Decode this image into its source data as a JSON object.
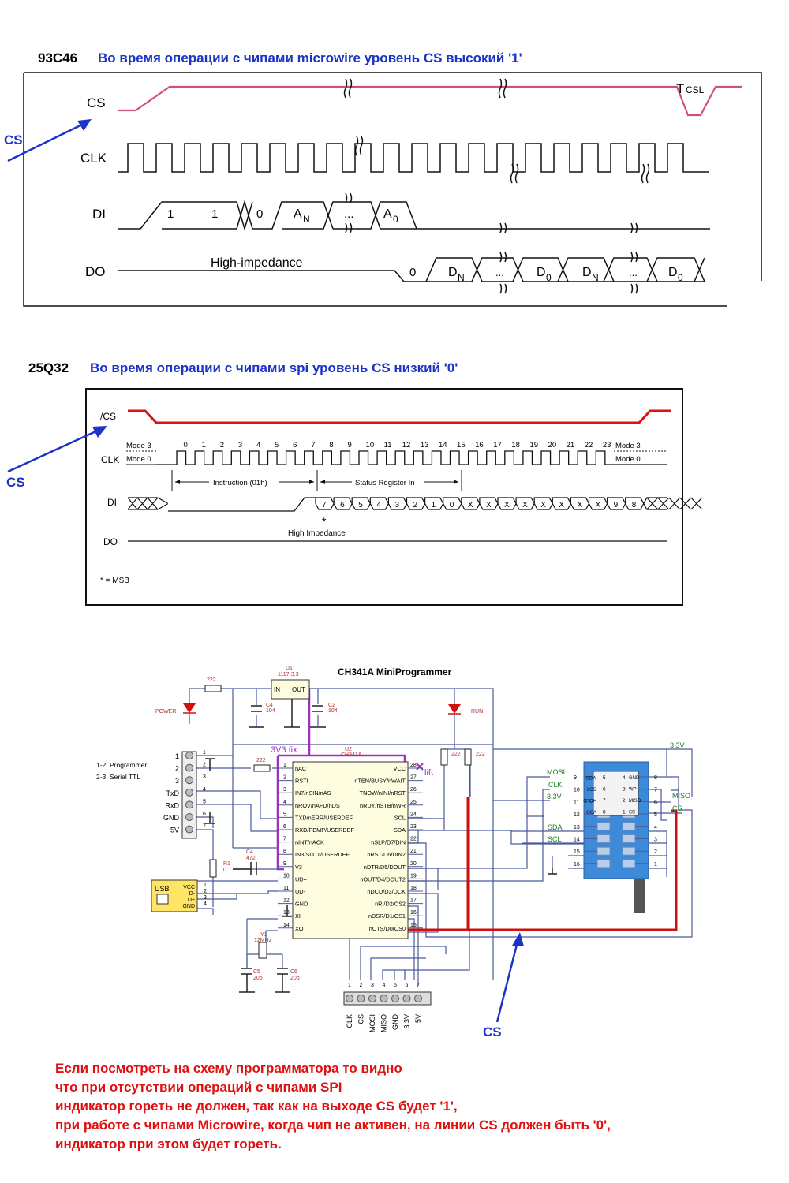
{
  "section1": {
    "chip": "93C46",
    "heading": "Во время операции с чипами microwire уровень CS высокий '1'",
    "signals": [
      "CS",
      "CLK",
      "DI",
      "DO"
    ],
    "di_bits": [
      "1",
      "1",
      "0",
      "A",
      "N",
      "...",
      "A",
      "0"
    ],
    "do_label": "High-impedance",
    "do_bits": [
      "0",
      "D",
      "N",
      "...",
      "D",
      "0",
      "D",
      "N",
      "...",
      "D",
      "0"
    ],
    "tcsl": "T",
    "tcsl_sub": "CSL",
    "arrow_label": "CS"
  },
  "section2": {
    "chip": "25Q32",
    "heading": "Во время операции с чипами spi уровень CS низкий  '0'",
    "signals": [
      "/CS",
      "CLK",
      "DI",
      "DO"
    ],
    "mode3": "Mode 3",
    "mode0": "Mode 0",
    "clk_numbers": [
      "0",
      "1",
      "2",
      "3",
      "4",
      "5",
      "6",
      "7",
      "8",
      "9",
      "10",
      "11",
      "12",
      "13",
      "14",
      "15",
      "16",
      "17",
      "18",
      "19",
      "20",
      "21",
      "22",
      "23"
    ],
    "instruction": "Instruction (01h)",
    "status_in": "Status Register In",
    "di_bits": [
      "7",
      "6",
      "5",
      "4",
      "3",
      "2",
      "1",
      "0",
      "X",
      "X",
      "X",
      "X",
      "X",
      "X",
      "X",
      "X",
      "9",
      "8"
    ],
    "star": "*",
    "high_imp": "High Impedance",
    "msb_note": "* = MSB",
    "arrow_label": "CS"
  },
  "schematic": {
    "title": "CH341A MiniProgrammer",
    "u1": "U1",
    "u1_part": "1117-3.3",
    "u1_in": "IN",
    "u1_out": "OUT",
    "c4a": "C4",
    "c4a_val": "104",
    "c2": "C2",
    "c2_val": "104",
    "r_top": "222",
    "power": "POWER",
    "run": "RUN",
    "r_run1": "222",
    "r_run2": "222",
    "u2": "U2",
    "u2_part": "CH341A",
    "fix_label": "3V3 fix",
    "lift_label": "lift",
    "jumper_note1": "1-2: Programmer",
    "jumper_note2": "2-3: Serial TTL",
    "header_pins": [
      "1",
      "2",
      "3",
      "4",
      "5",
      "6",
      "7"
    ],
    "header_labels": [
      "1",
      "2",
      "3",
      "TxD",
      "RxD",
      "GND",
      "5V"
    ],
    "r_nact": "222",
    "r1": "R1",
    "r1_val": "0",
    "c4b": "C4",
    "c4b_val": "472",
    "usb": "USB",
    "usb_pins": [
      "VCC",
      "D-",
      "D+",
      "GND"
    ],
    "usb_nums": [
      "1",
      "2",
      "3",
      "4"
    ],
    "y1": "Y1",
    "y1_val": "12MHz",
    "c5": "C5",
    "c5_val": "20p",
    "c6": "C6",
    "c6_val": "20p",
    "left_pins": [
      {
        "n": "1",
        "name": "nACT"
      },
      {
        "n": "2",
        "name": "RSTI"
      },
      {
        "n": "3",
        "name": "IN7/nSIN/nAS"
      },
      {
        "n": "4",
        "name": "nROV/nAFD/nDS"
      },
      {
        "n": "5",
        "name": "TXD/nERR/USERDEF"
      },
      {
        "n": "6",
        "name": "RXD/PEMP/USERDEF"
      },
      {
        "n": "7",
        "name": "nINT/nACK"
      },
      {
        "n": "8",
        "name": "IN3/SLCT/USERDEF"
      },
      {
        "n": "9",
        "name": "V3"
      },
      {
        "n": "10",
        "name": "UD+"
      },
      {
        "n": "11",
        "name": "UD-"
      },
      {
        "n": "12",
        "name": "GND"
      },
      {
        "n": "13",
        "name": "XI"
      },
      {
        "n": "14",
        "name": "XO"
      }
    ],
    "right_pins": [
      {
        "n": "28",
        "name": "VCC"
      },
      {
        "n": "27",
        "name": "nTEN/BUSY/nWAIT"
      },
      {
        "n": "26",
        "name": "TNOW/nINI/nRST"
      },
      {
        "n": "25",
        "name": "nRDY/nSTB/nWR"
      },
      {
        "n": "24",
        "name": "SCL"
      },
      {
        "n": "23",
        "name": "SDA"
      },
      {
        "n": "22",
        "name": "nSLP/D7/DIN"
      },
      {
        "n": "21",
        "name": "nRST/D6/DIN2"
      },
      {
        "n": "20",
        "name": "nDTR/D5/DOUT"
      },
      {
        "n": "19",
        "name": "nOUT/D4/DOUT2"
      },
      {
        "n": "18",
        "name": "nDCD/D3/DCK"
      },
      {
        "n": "17",
        "name": "nRI/D2/CS2"
      },
      {
        "n": "16",
        "name": "nDSR/D1/CS1"
      },
      {
        "n": "15",
        "name": "nCTS/D0/CS0"
      }
    ],
    "bottom_pins": [
      "1",
      "2",
      "3",
      "4",
      "5",
      "6",
      "7"
    ],
    "bottom_labels": [
      "CLK",
      "CS",
      "MOSI",
      "MISO",
      "GND",
      "3.3V",
      "5V"
    ],
    "socket_left": [
      "9",
      "10",
      "11",
      "12",
      "13",
      "14",
      "15",
      "16"
    ],
    "socket_right": [
      "8",
      "7",
      "6",
      "5",
      "4",
      "3",
      "2",
      "1"
    ],
    "chip_left": [
      "MOSI",
      "SCK",
      "HOLD",
      "VDD"
    ],
    "chip_left_nums": [
      "5",
      "6",
      "7",
      "8"
    ],
    "chip_right": [
      "GND",
      "WP",
      "MISO",
      "SS"
    ],
    "chip_right_nums": [
      "4",
      "3",
      "2",
      "1"
    ],
    "net_mosi": "MOSI",
    "net_clk": "CLK",
    "net_33a": "3.3V",
    "net_sda": "SDA",
    "net_scl": "SCL",
    "net_33b": "3.3V",
    "net_miso": "MISO",
    "net_cs": "CS",
    "arrow_label": "CS"
  },
  "note": [
    "Если посмотреть на схему программатора то видно",
    "что при отсутствии операций с чипами SPI",
    "индикатор гореть не должен, так как на выходе CS будет '1',",
    "при работе с чипами Microwire, когда чип не активен, на линии CS должен быть '0',",
    "индикатор при этом будет гореть."
  ],
  "colors": {
    "blue": "#1c33c8",
    "red": "#e01010",
    "pink": "#d0507a",
    "purple": "#a030c0",
    "wire": "#4a5a9a"
  }
}
